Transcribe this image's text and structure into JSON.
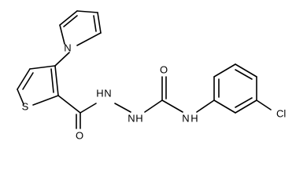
{
  "atoms": {
    "n_pyrrole": "N",
    "s_thiophene": "S",
    "o_carbonyl_left": "O",
    "nh_hydrazide_1": "H",
    "nh_hydrazide_1_n": "N",
    "nh_hydrazide_2": "H",
    "nh_hydrazide_2_n": "N",
    "o_urea": "O",
    "nh_anilide_n": "N",
    "nh_anilide_h": "H",
    "cl": "Cl"
  }
}
